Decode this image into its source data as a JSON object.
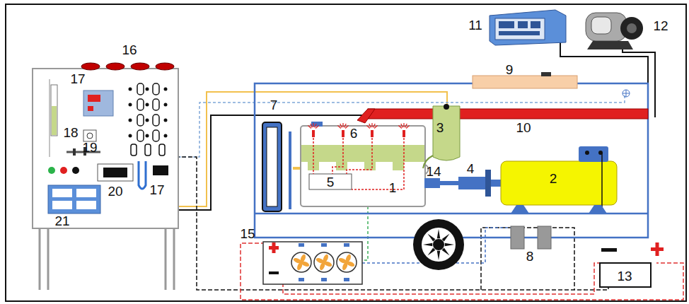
{
  "diagram": {
    "labels": [
      "16",
      "17",
      "11",
      "12",
      "9",
      "7",
      "6",
      "3",
      "10",
      "18",
      "19",
      "1",
      "5",
      "14",
      "4",
      "2",
      "20",
      "17",
      "21",
      "15",
      "8",
      "13"
    ]
  }
}
